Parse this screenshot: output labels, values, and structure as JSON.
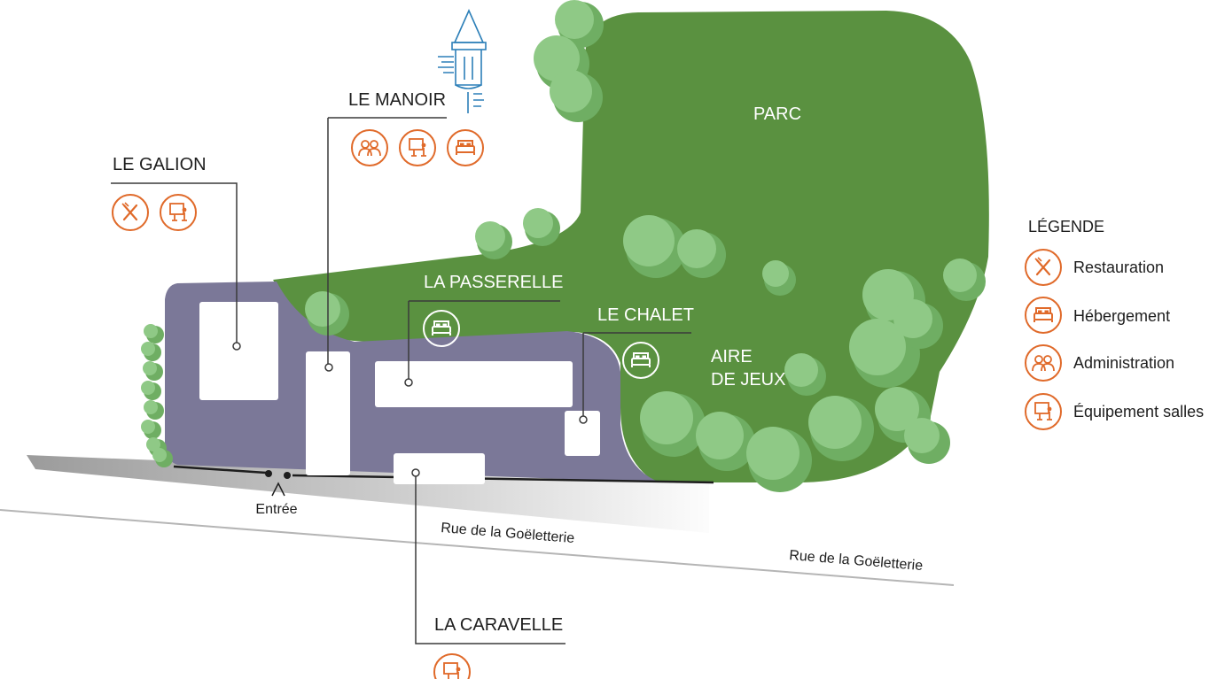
{
  "buildings": {
    "galion": "LE GALION",
    "manoir": "LE MANOIR",
    "passerelle": "LA PASSERELLE",
    "chalet": "LE CHALET",
    "caravelle": "LA CARAVELLE"
  },
  "areas": {
    "parc": "PARC",
    "aire_line1": "AIRE",
    "aire_line2": "DE JEUX"
  },
  "entrance": "Entrée",
  "streets": {
    "street_1": "Rue de la Goëletterie",
    "street_2": "Rue de la Goëletterie"
  },
  "legend": {
    "title": "LÉGENDE",
    "items": [
      {
        "label": "Restauration",
        "icon": "restaurant-icon"
      },
      {
        "label": "Hébergement",
        "icon": "bed-icon"
      },
      {
        "label": "Administration",
        "icon": "people-icon"
      },
      {
        "label": "Équipement salles",
        "icon": "presentation-icon"
      }
    ]
  },
  "colors": {
    "park_green": "#5a9140",
    "tree_green": "#8fc986",
    "tree_shadow": "#6fae63",
    "building_area": "#7b7898",
    "icon_orange": "#e06a2a",
    "tower_blue": "#2c7fb8"
  }
}
